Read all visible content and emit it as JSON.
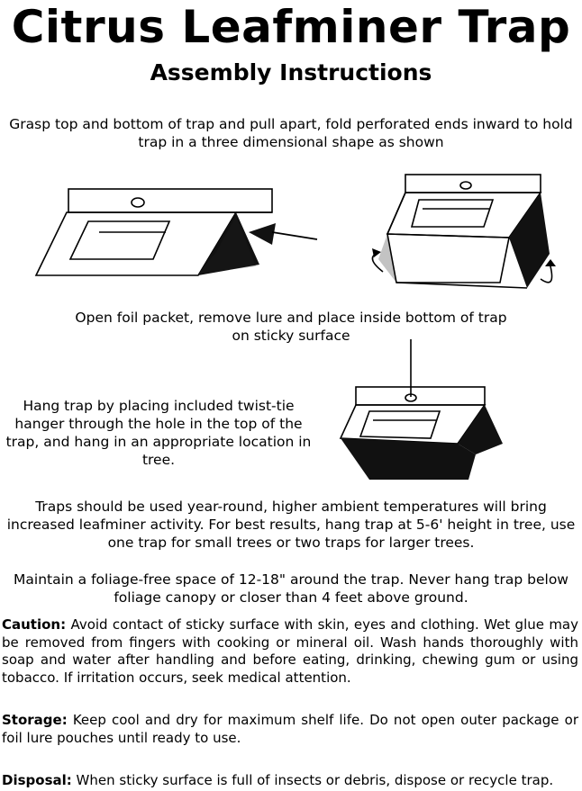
{
  "title": "Citrus Leafminer Trap",
  "subtitle": "Assembly Instructions",
  "step1": "Grasp top and bottom of trap and pull apart, fold perforated ends inward to hold trap in a three dimensional shape as shown",
  "step2": "Open foil packet, remove lure and place inside bottom of trap on sticky surface",
  "step3": "Hang trap by placing included twist-tie hanger through the hole in the top of the trap, and hang in an appropriate location in tree.",
  "usage": "Traps should be used year-round, higher ambient temperatures will bring increased leafminer activity. For best results, hang trap at 5-6' height in tree, use one trap for small trees or two traps for larger trees.",
  "spacing": "Maintain a foliage-free space of 12-18\" around the trap.  Never hang trap below foliage canopy or closer than 4 feet above ground.",
  "caution": {
    "label": "Caution:",
    "text": " Avoid contact of sticky surface with skin, eyes and clothing.  Wet glue may be removed from fingers with cooking or mineral oil. Wash hands thoroughly with soap and water after handling and before eating, drinking, chewing gum or using tobacco.  If irritation occurs, seek medical attention."
  },
  "storage": {
    "label": "Storage:",
    "text": " Keep cool and dry for maximum shelf life. Do not open outer package or foil lure pouches until ready to use."
  },
  "disposal": {
    "label": "Disposal:",
    "text": " When sticky surface is full of insects or debris, dispose or recycle trap."
  }
}
